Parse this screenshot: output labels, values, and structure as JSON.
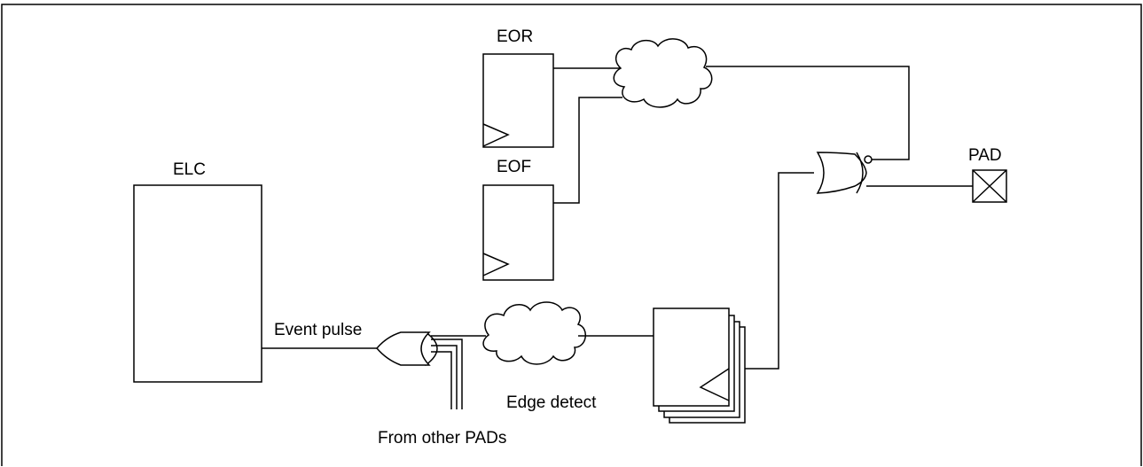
{
  "labels": {
    "elc": "ELC",
    "eor": "EOR",
    "eof": "EOF",
    "pad": "PAD",
    "event_pulse": "Event pulse",
    "edge_detect": "Edge detect",
    "from_other_pads": "From other PADs"
  },
  "colors": {
    "stroke": "#000000",
    "background": "#ffffff"
  }
}
